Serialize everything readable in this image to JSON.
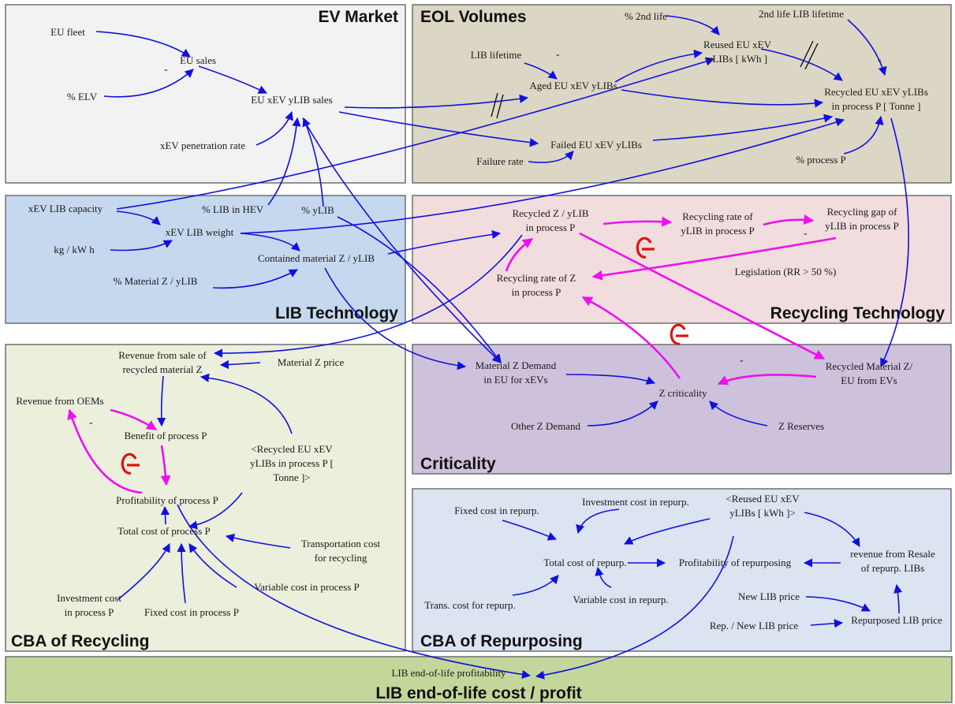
{
  "panels": {
    "ev_market": "EV Market",
    "eol_volumes": "EOL Volumes",
    "lib_technology": "LIB Technology",
    "recycling_technology": "Recycling Technology",
    "cba_recycling": "CBA of Recycling",
    "criticality": "Criticality",
    "cba_repurposing": "CBA of Repurposing",
    "footer": "LIB end-of-life cost / profit"
  },
  "colors": {
    "ev_market": "#f2f2f2",
    "eol_volumes": "#dcd6c4",
    "lib_technology": "#c5d8ee",
    "recycling_technology": "#f1dddd",
    "cba_recycling": "#ebefdc",
    "criticality": "#cec1dc",
    "cba_repurposing": "#dce3f1",
    "footer": "#c3d79b",
    "link": "#1010dd",
    "feedback_link": "#ee10ee",
    "loop_marker": "#dd1111"
  },
  "variables": {
    "eu_fleet": "EU fleet",
    "eu_sales": "EU sales",
    "pct_elv": "% ELV",
    "eu_xev_ylib_sales": "EU xEV yLIB sales",
    "xev_penetration_rate": "xEV penetration rate",
    "pct_2nd_life": "% 2nd life",
    "second_life_lib_lifetime": "2nd life LIB lifetime",
    "lib_lifetime": "LIB lifetime",
    "reused_eu_xev_1": "Reused EU xEV",
    "reused_eu_xev_2": "yLIBs [ kWh ]",
    "aged_eu_xev": "Aged EU xEV yLIBs",
    "recycled_eu_xev_1": "Recycled EU xEV yLIBs",
    "recycled_eu_xev_2": "in process P [ Tonne ]",
    "failed_eu_xev": "Failed EU xEV yLIBs",
    "failure_rate": "Failure rate",
    "pct_process_p": "% process P",
    "xev_lib_capacity": "xEV LIB capacity",
    "pct_lib_in_hev": "% LIB in HEV",
    "pct_ylib": "% yLIB",
    "xev_lib_weight": "xEV LIB weight",
    "kg_kwh": "kg / kW h",
    "contained_material": "Contained material Z / yLIB",
    "pct_material": "% Material Z / yLIB",
    "recycled_z_1": "Recycled Z / yLIB",
    "recycled_z_2": "in process P",
    "rec_rate_ylib_1": "Recycling rate of",
    "rec_rate_ylib_2": "yLIB in process P",
    "rec_gap_1": "Recycling gap of",
    "rec_gap_2": "yLIB in process P",
    "legislation": "Legislation (RR > 50 %)",
    "rec_rate_z_1": "Recycling rate of Z",
    "rec_rate_z_2": "in process P",
    "revenue_sale_1": "Revenue from sale of",
    "revenue_sale_2": "recycled material Z",
    "material_price": "Material Z price",
    "revenue_oems": "Revenue from OEMs",
    "benefit_p": "Benefit of process P",
    "shadow_recycled_1": "<Recycled EU xEV",
    "shadow_recycled_2": "yLIBs in process P [",
    "shadow_recycled_3": "Tonne ]>",
    "profitability_p": "Profitability of process P",
    "total_cost_p": "Total cost of process P",
    "transport_cost_1": "Transportation cost",
    "transport_cost_2": "for recycling",
    "variable_cost_p": "Variable cost in process P",
    "investment_cost_1": "Investment cost",
    "investment_cost_2": "in process P",
    "fixed_cost_p": "Fixed cost in process P",
    "material_demand_1": "Material Z Demand",
    "material_demand_2": "in EU for xEVs",
    "z_criticality": "Z criticality",
    "recycled_material_1": "Recycled Material Z/",
    "recycled_material_2": "EU from EVs",
    "other_demand": "Other Z Demand",
    "z_reserves": "Z Reserves",
    "fixed_cost_repurp": "Fixed cost in repurp.",
    "investment_repurp": "Investment cost in repurp.",
    "shadow_reused_1": "<Reused EU xEV",
    "shadow_reused_2": "yLIBs [ kWh ]>",
    "total_cost_repurp": "Total cost of repurp.",
    "profitability_repurp": "Profitability of repurposing",
    "revenue_resale_1": "revenue from Resale",
    "revenue_resale_2": "of repurp. LIBs",
    "new_lib_price": "New LIB price",
    "trans_cost_repurp": "Trans. cost for repurp.",
    "variable_cost_repurp": "Variable cost in repurp.",
    "rep_new_price": "Rep. / New LIB price",
    "repurposed_price": "Repurposed LIB price",
    "eol_profitability": "LIB end-of-life profitability"
  },
  "polarity_marks": {
    "eu_sales_minus": "-",
    "lib_lifetime_minus": "-",
    "recycled_minus": "-",
    "rec_gap_minus": "-",
    "criticality_minus": "-",
    "oems_minus": "-"
  },
  "icons": {
    "delay_marker": "double-bar-delay-icon",
    "balancing_loop": "balancing-loop-icon"
  }
}
